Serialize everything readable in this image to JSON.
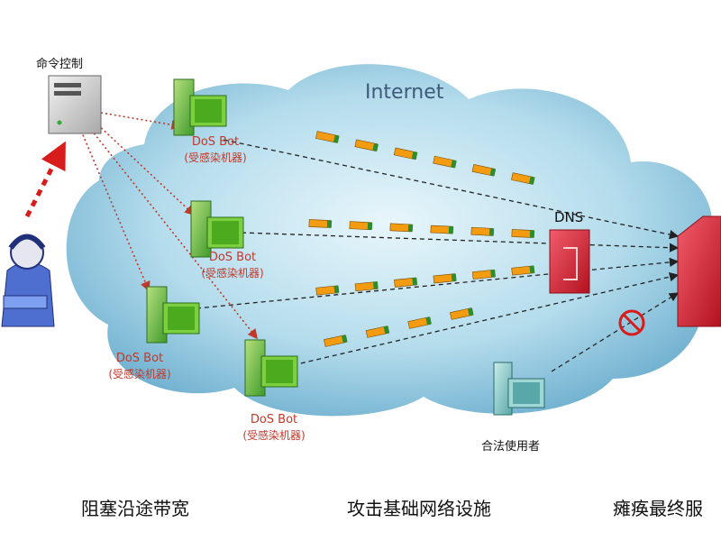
{
  "cloud": {
    "label": "Internet"
  },
  "cc": {
    "label": "命令控制"
  },
  "bots": [
    {
      "name": "DoS Bot",
      "sub": "(受感染机器)"
    },
    {
      "name": "DoS Bot",
      "sub": "(受感染机器)"
    },
    {
      "name": "DoS Bot",
      "sub": "(受感染机器)"
    },
    {
      "name": "DoS Bot",
      "sub": "(受感染机器)"
    }
  ],
  "dns": {
    "label": "DNS"
  },
  "legit": {
    "label": "合法使用者"
  },
  "captions": [
    "阻塞沿途带宽",
    "攻击基础网络设施",
    "瘫痪最终服"
  ],
  "colors": {
    "attack": "#c0392b",
    "cloud": "#9ccde3",
    "packet": "#f39c12",
    "packet_tip": "#2e8b2e",
    "bot": "#6fbf3b",
    "server": "#d9263a"
  }
}
